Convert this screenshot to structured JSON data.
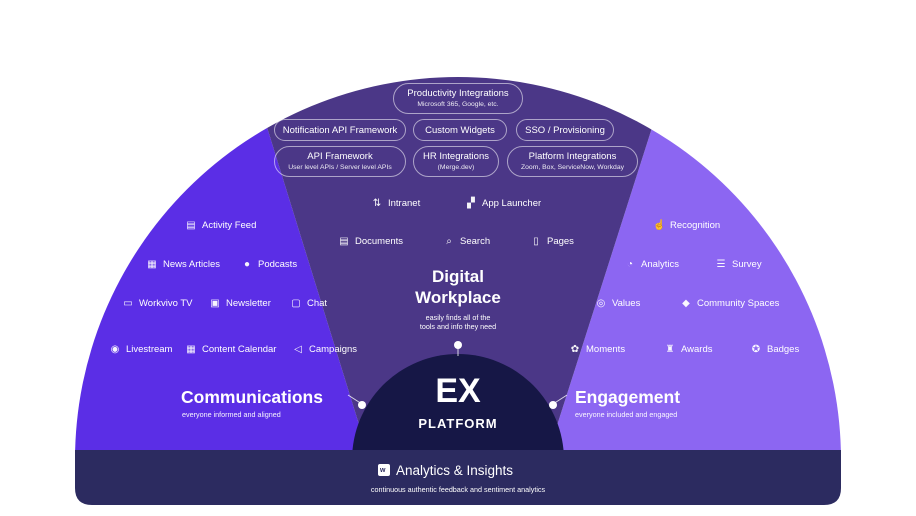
{
  "colors": {
    "communications": "#5b2ee6",
    "digital_workplace": "#4b3787",
    "engagement": "#8c66f2",
    "ex_core": "#161746",
    "analytics_band": "#2c2b60"
  },
  "top_integrations": {
    "productivity": {
      "title": "Productivity Integrations",
      "subtitle": "Microsoft 365, Google, etc."
    },
    "notification": {
      "title": "Notification API Framework"
    },
    "custom_widgets": {
      "title": "Custom Widgets"
    },
    "sso": {
      "title": "SSO / Provisioning"
    },
    "api_framework": {
      "title": "API Framework",
      "subtitle": "User level APIs / Server level APIs"
    },
    "hr_integrations": {
      "title": "HR Integrations",
      "subtitle": "(Merge.dev)"
    },
    "platform_integrations": {
      "title": "Platform Integrations",
      "subtitle": "Zoom, Box, ServiceNow, Workday"
    }
  },
  "digital_workplace": {
    "title_line1": "Digital",
    "title_line2": "Workplace",
    "subtitle_line1": "easily finds all of the",
    "subtitle_line2": "tools and info they need",
    "items": {
      "intranet": {
        "label": "Intranet",
        "icon": "intranet-icon"
      },
      "app_launcher": {
        "label": "App Launcher",
        "icon": "app-launcher-icon"
      },
      "documents": {
        "label": "Documents",
        "icon": "documents-icon"
      },
      "search": {
        "label": "Search",
        "icon": "search-icon"
      },
      "pages": {
        "label": "Pages",
        "icon": "pages-icon"
      }
    }
  },
  "communications": {
    "title": "Communications",
    "subtitle": "everyone informed and aligned",
    "items": {
      "activity_feed": {
        "label": "Activity Feed",
        "icon": "activity-feed-icon"
      },
      "news_articles": {
        "label": "News Articles",
        "icon": "news-articles-icon"
      },
      "podcasts": {
        "label": "Podcasts",
        "icon": "microphone-icon"
      },
      "workvivo_tv": {
        "label": "Workvivo TV",
        "icon": "tv-icon"
      },
      "newsletter": {
        "label": "Newsletter",
        "icon": "newsletter-icon"
      },
      "chat": {
        "label": "Chat",
        "icon": "chat-icon"
      },
      "livestream": {
        "label": "Livestream",
        "icon": "livestream-icon"
      },
      "content_calendar": {
        "label": "Content Calendar",
        "icon": "calendar-icon"
      },
      "campaigns": {
        "label": "Campaigns",
        "icon": "megaphone-icon"
      }
    }
  },
  "engagement": {
    "title": "Engagement",
    "subtitle": "everyone included and engaged",
    "items": {
      "recognition": {
        "label": "Recognition",
        "icon": "thumbs-up-icon"
      },
      "analytics": {
        "label": "Analytics",
        "icon": "pie-chart-icon"
      },
      "survey": {
        "label": "Survey",
        "icon": "list-icon"
      },
      "values": {
        "label": "Values",
        "icon": "target-icon"
      },
      "community_spaces": {
        "label": "Community Spaces",
        "icon": "layers-icon"
      },
      "moments": {
        "label": "Moments",
        "icon": "moments-icon"
      },
      "awards": {
        "label": "Awards",
        "icon": "trophy-icon"
      },
      "badges": {
        "label": "Badges",
        "icon": "badge-icon"
      }
    }
  },
  "core": {
    "title": "EX",
    "subtitle": "PLATFORM"
  },
  "analytics_band": {
    "title": "Analytics & Insights",
    "subtitle": "continuous authentic feedback and sentiment analytics",
    "icon": "analytics-logo-icon"
  }
}
